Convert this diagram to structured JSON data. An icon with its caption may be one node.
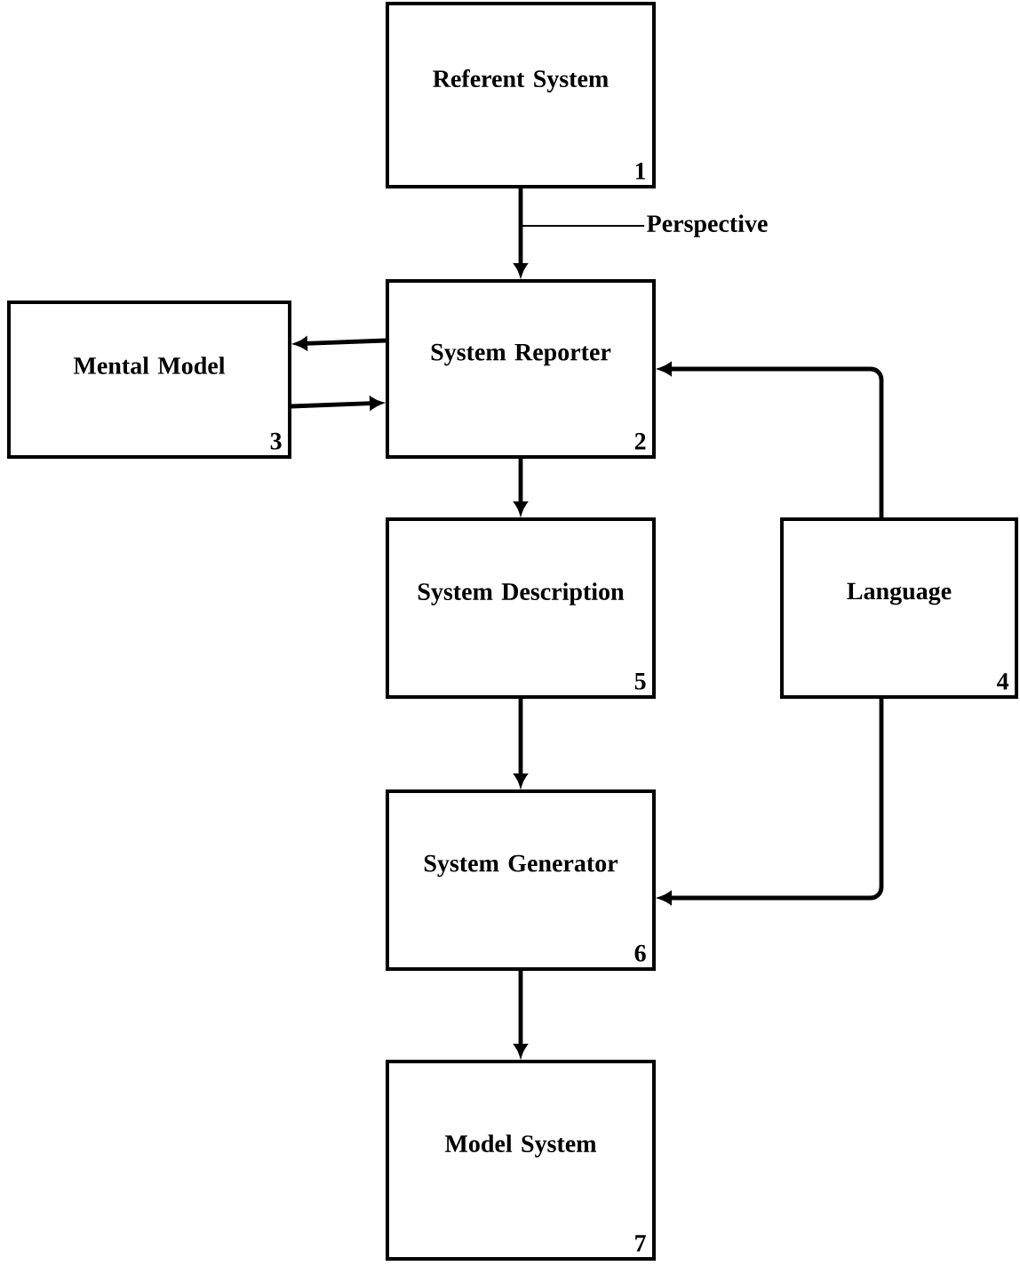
{
  "diagram": {
    "nodes": [
      {
        "text": [
          "Referent System",
          "1"
        ]
      },
      {
        "text": [
          "Perspective"
        ]
      },
      {
        "text": [
          "Mental Model",
          "3"
        ]
      },
      {
        "text": [
          "System Reporter",
          "2"
        ]
      },
      {
        "text": [
          "System Description",
          "5"
        ]
      },
      {
        "text": [
          "Language",
          "4"
        ]
      },
      {
        "text": [
          "System Generator",
          "6"
        ]
      },
      {
        "text": [
          "Model System",
          "7"
        ]
      }
    ],
    "edges": [
      {
        "from": 0,
        "to": 3,
        "arrow": "to"
      },
      {
        "from": 1,
        "to": null,
        "arrow": "none"
      },
      {
        "from": 3,
        "to": 2,
        "arrow": "to"
      },
      {
        "from": 2,
        "to": 3,
        "arrow": "to"
      },
      {
        "from": 3,
        "to": 4,
        "arrow": "to"
      },
      {
        "from": 5,
        "to": 3,
        "arrow": "to"
      },
      {
        "from": 4,
        "to": 6,
        "arrow": "to"
      },
      {
        "from": 5,
        "to": 6,
        "arrow": "to"
      },
      {
        "from": 6,
        "to": 7,
        "arrow": "to"
      }
    ]
  }
}
